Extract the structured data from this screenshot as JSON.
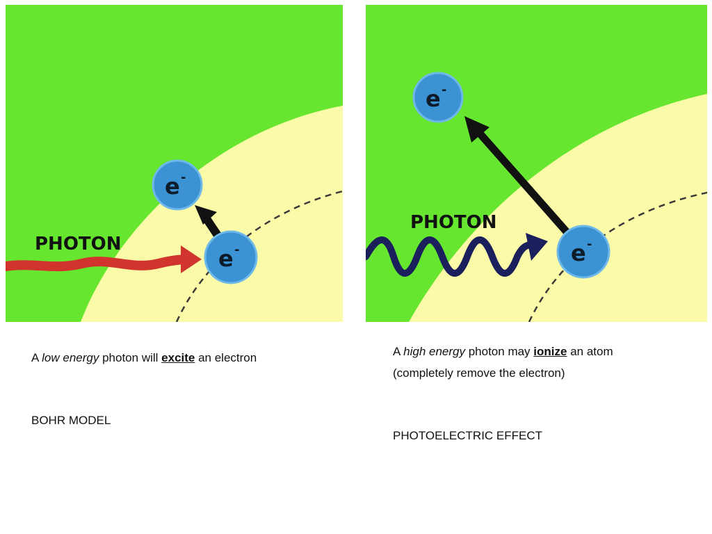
{
  "colors": {
    "background_green": "#66e62e",
    "nucleus_yellow": "#fafaa8",
    "electron_blue": "#3b93d3",
    "low_energy_photon": "#d0342c",
    "high_energy_photon": "#1b1f5c",
    "arrow_black": "#111111"
  },
  "left_panel": {
    "photon_label": "PHOTON",
    "electron_symbol": "e",
    "electron_charge": "-",
    "caption": {
      "prefix": "A",
      "energy": "low energy",
      "middle": "photon will",
      "action": "excite",
      "suffix": "an electron"
    },
    "model": "BOHR MODEL"
  },
  "right_panel": {
    "photon_label": "PHOTON",
    "electron_symbol": "e",
    "electron_charge": "-",
    "caption": {
      "prefix": "A",
      "energy": "high energy",
      "middle": "photon may",
      "action": "ionize",
      "suffix": "an atom",
      "line2": "(completely remove the electron)"
    },
    "model": "PHOTOELECTRIC EFFECT"
  }
}
